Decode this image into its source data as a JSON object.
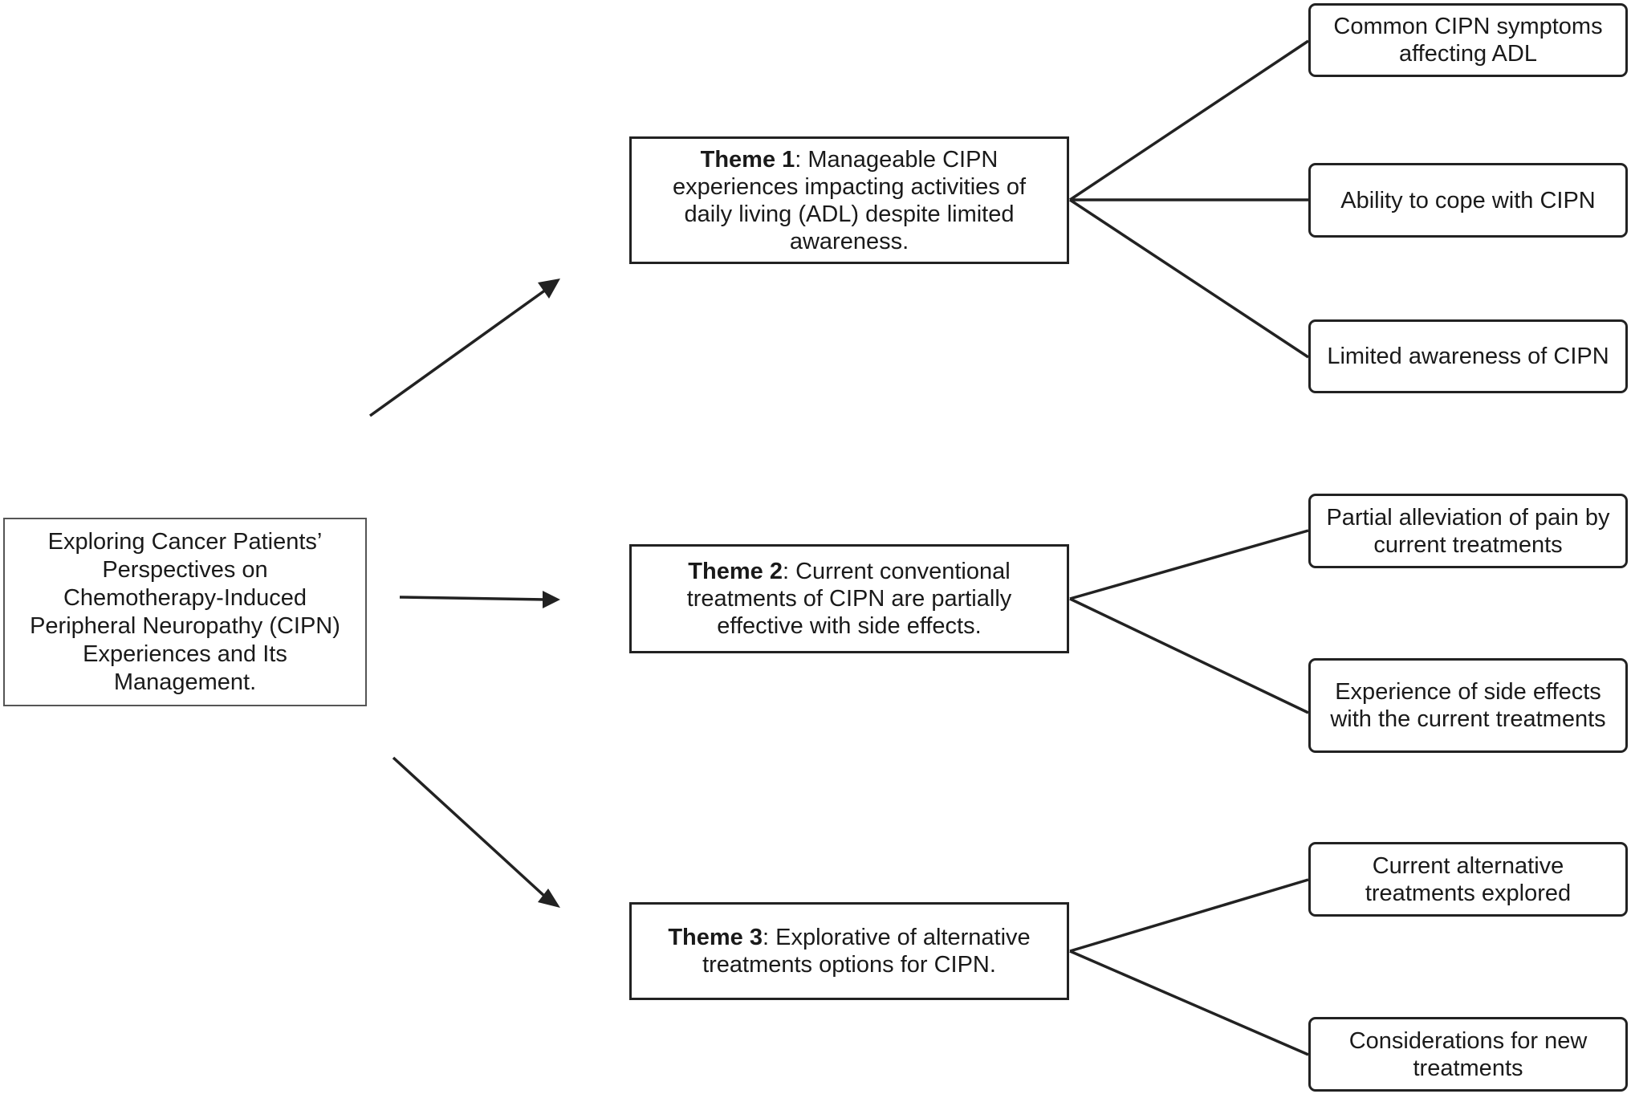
{
  "root": {
    "text": "Exploring Cancer Patients’ Perspectives on Chemotherapy-Induced Peripheral Neuropathy (CIPN) Experiences and Its Management."
  },
  "themes": [
    {
      "label": "Theme 1",
      "text": ": Manageable CIPN experiences impacting activities of daily living (ADL) despite limited awareness.",
      "subthemes": [
        "Common CIPN symptoms affecting ADL",
        "Ability to cope with CIPN",
        "Limited awareness of CIPN"
      ]
    },
    {
      "label": "Theme 2",
      "text": ": Current conventional treatments of CIPN are partially effective with side effects.",
      "subthemes": [
        "Partial alleviation of pain by current treatments",
        "Experience of side effects with the current treatments"
      ]
    },
    {
      "label": "Theme 3",
      "text": ": Explorative of alternative treatments options for CIPN.",
      "subthemes": [
        "Current alternative treatments explored",
        "Considerations for new treatments"
      ]
    }
  ],
  "colors": {
    "line": "#222222",
    "root_border": "#555555"
  }
}
